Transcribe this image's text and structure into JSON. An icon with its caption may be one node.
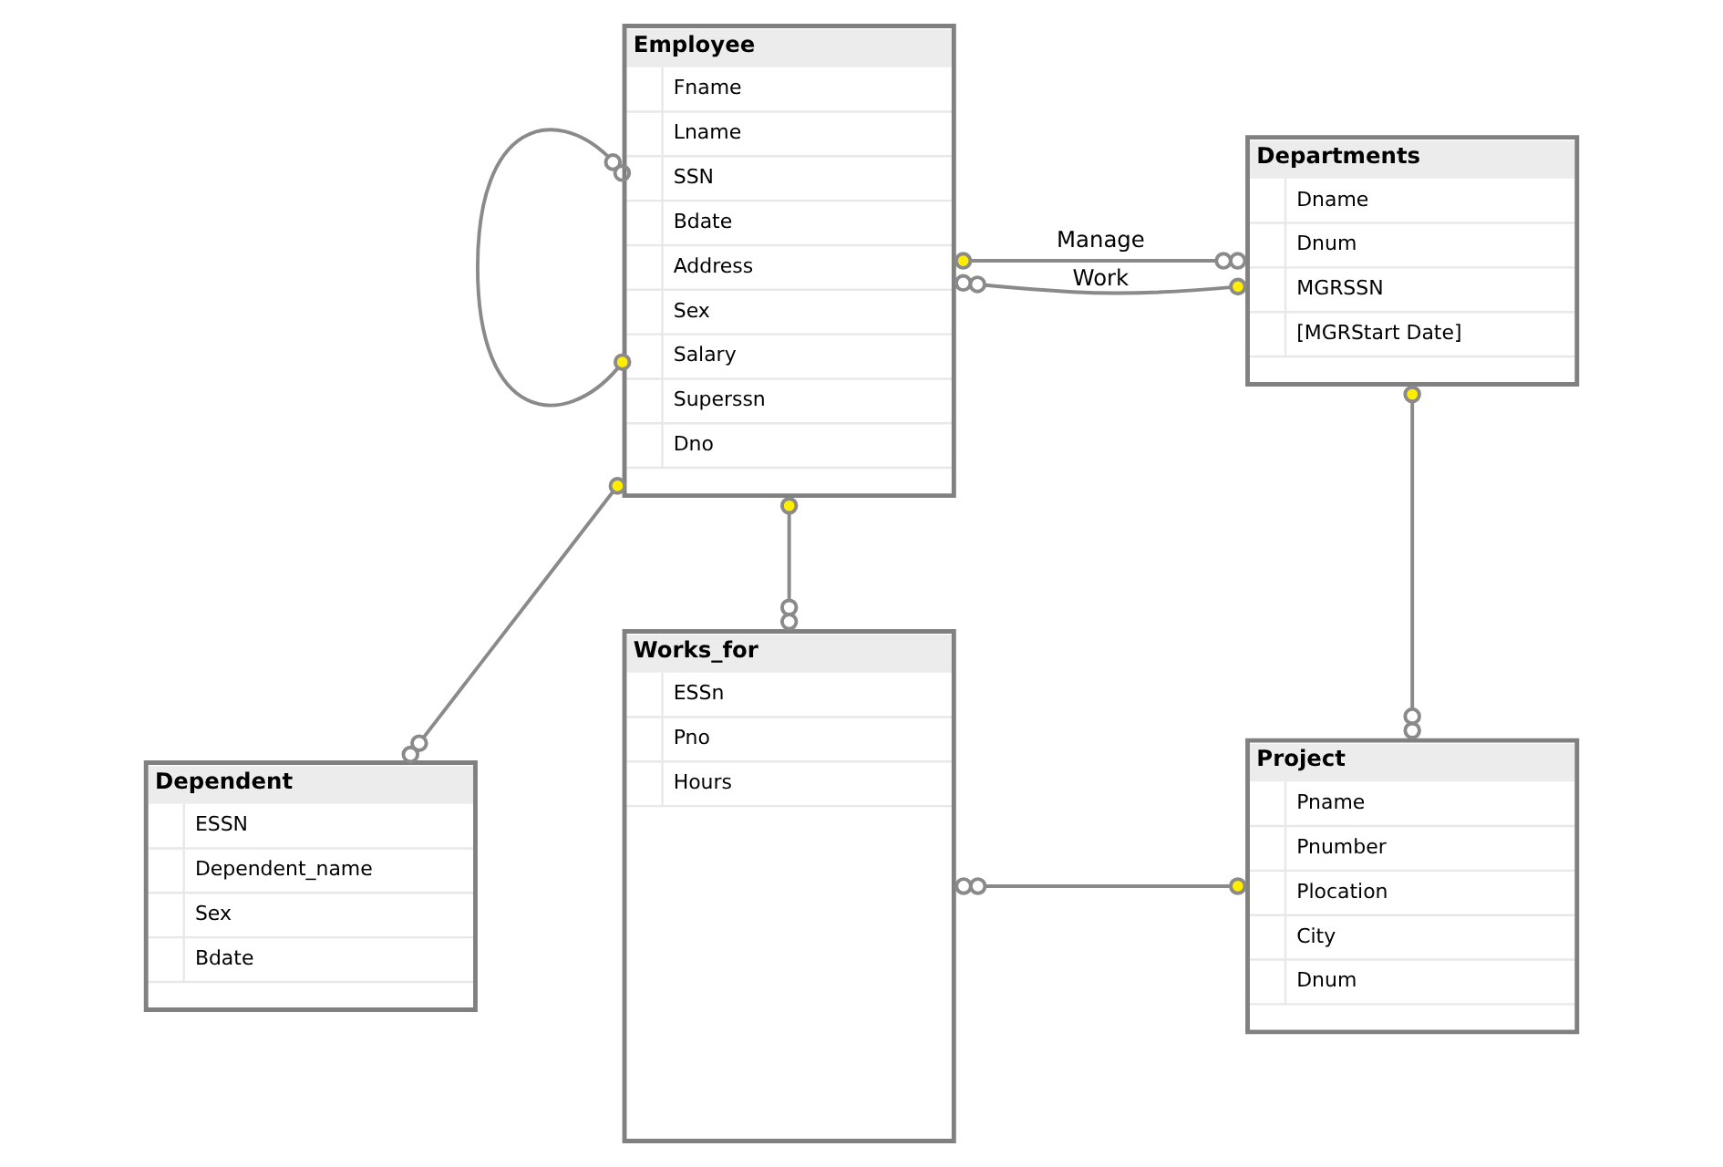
{
  "diagram": {
    "nodes": [
      {
        "text": [
          "Employee",
          "Fname",
          "Lname",
          "SSN",
          "Bdate",
          "Address",
          "Sex",
          "Salary",
          "Superssn",
          "Dno"
        ]
      },
      {
        "text": [
          "Departments",
          "Dname",
          "Dnum",
          "MGRSSN",
          "[MGRStart Date]"
        ]
      },
      {
        "text": [
          "Dependent",
          "ESSN",
          "Dependent_name",
          "Sex",
          "Bdate"
        ]
      },
      {
        "text": [
          "Works_for",
          "ESSn",
          "Pno",
          "Hours"
        ]
      },
      {
        "text": [
          "Project",
          "Pname",
          "Pnumber",
          "Plocation",
          "City",
          "Dnum"
        ]
      }
    ],
    "edges": [
      {
        "from": 0,
        "to": 0,
        "arrow": "other"
      },
      {
        "from": 0,
        "to": 1,
        "arrow": "other",
        "label": "Manage"
      },
      {
        "from": 1,
        "to": 0,
        "arrow": "other",
        "label": "Work"
      },
      {
        "from": 1,
        "to": 4,
        "arrow": "other"
      },
      {
        "from": 0,
        "to": 2,
        "arrow": "other"
      },
      {
        "from": 0,
        "to": 3,
        "arrow": "other"
      },
      {
        "from": 4,
        "to": 3,
        "arrow": "other"
      }
    ]
  }
}
